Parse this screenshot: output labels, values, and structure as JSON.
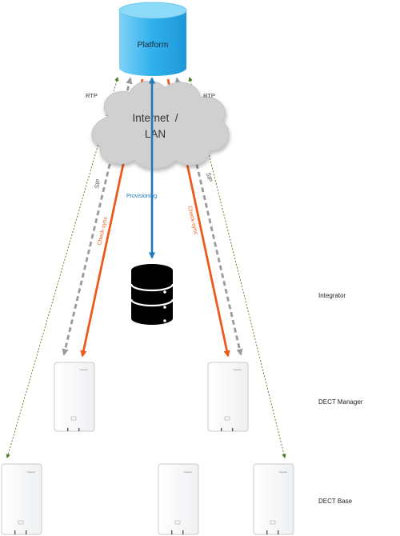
{
  "nodes": {
    "platform": "Platform",
    "cloud_line1": "Internet  /",
    "cloud_line2": "LAN"
  },
  "connections": {
    "rtp_left": "RTP",
    "rtp_right": "RTP",
    "sip_left": "SIP",
    "sip_right": "SIP",
    "check_sync_left": "Check-sync",
    "check_sync_right": "Check-sync",
    "provisioning": "Provisioning"
  },
  "device_brand": "Gigaset",
  "rows": {
    "integrator": "Integrator",
    "dect_manager": "DECT Manager",
    "dect_base": "DECT Base"
  },
  "colors": {
    "platform_fill": "#29a9ea",
    "cloud_fill": "#d0d0d0",
    "provisioning_arrow": "#1e7ab8",
    "check_sync_arrow": "#ee5a1e",
    "sip_arrow": "#9a9a9a",
    "rtp_line": "#4c7a1f"
  }
}
